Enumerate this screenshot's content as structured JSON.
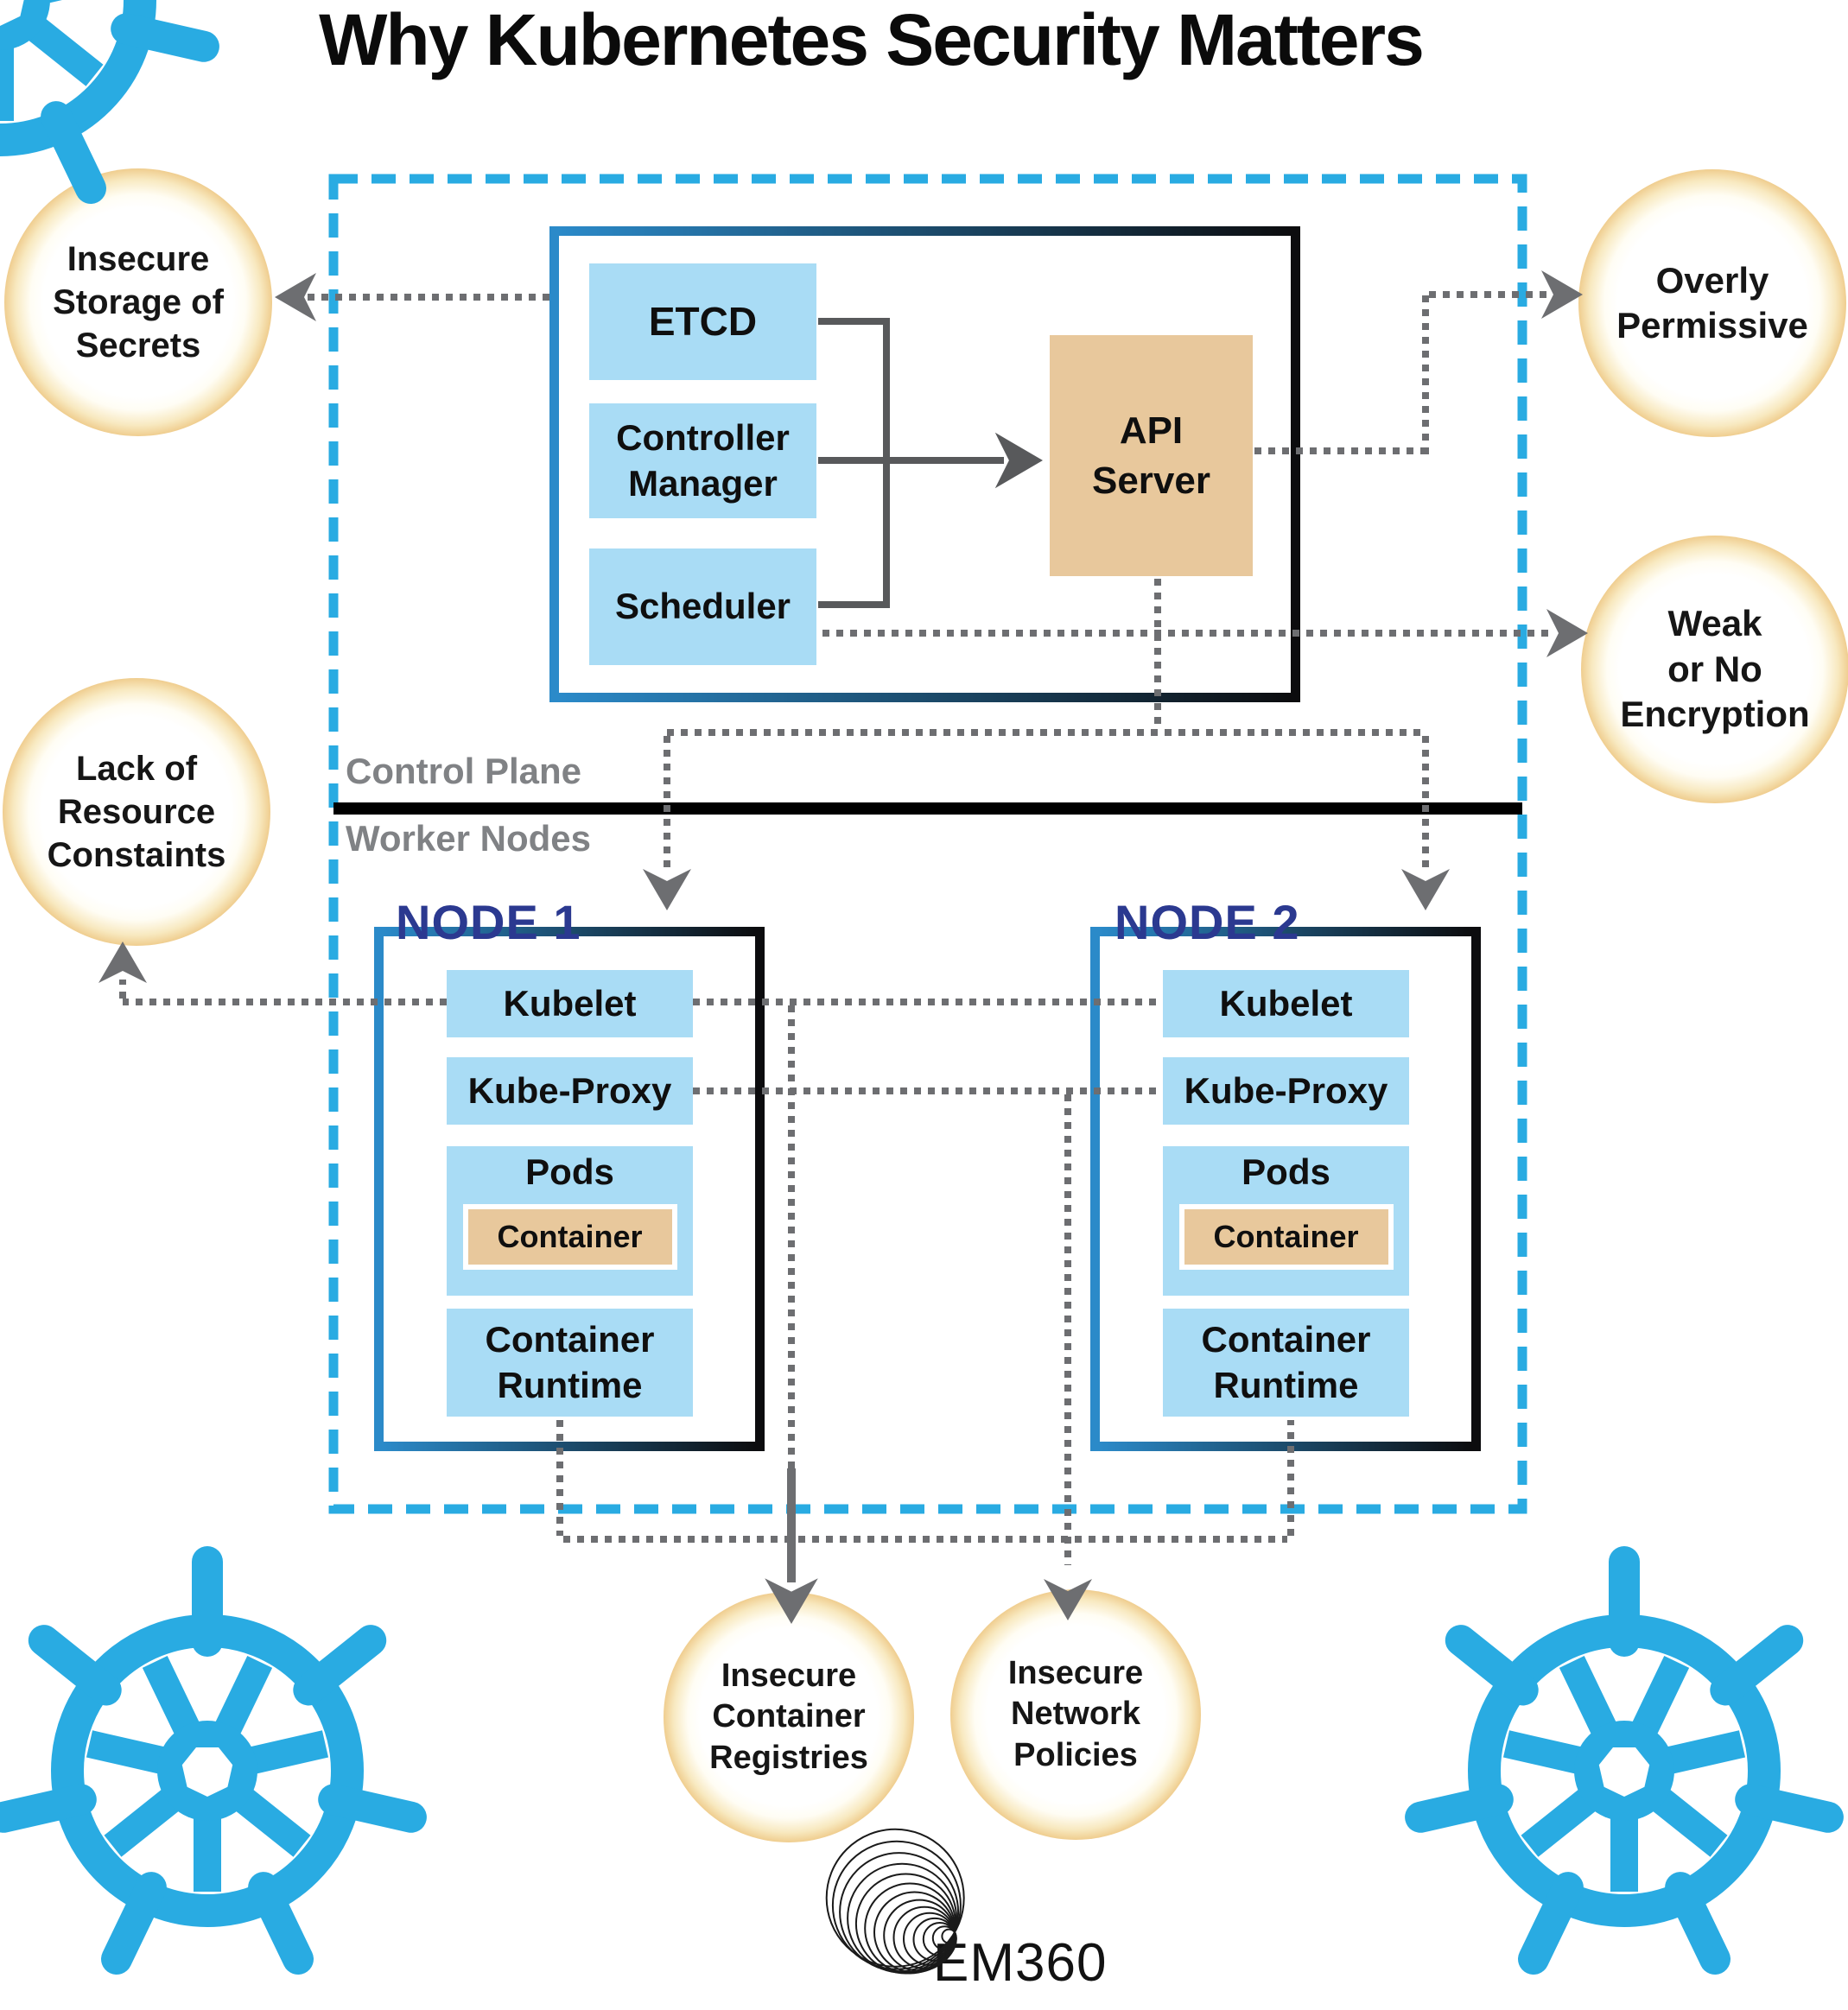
{
  "title": "Why Kubernetes Security Matters",
  "cluster": {
    "zones": {
      "control_plane": "Control Plane",
      "worker_nodes": "Worker Nodes"
    },
    "control_plane": {
      "etcd": "ETCD",
      "controller_manager": "Controller\nManager",
      "scheduler": "Scheduler",
      "api_server": "API\nServer"
    },
    "nodes": [
      {
        "title": "NODE 1",
        "components": {
          "kubelet": "Kubelet",
          "kube_proxy": "Kube-Proxy",
          "pods": "Pods",
          "container": "Container",
          "container_runtime": "Container\nRuntime"
        }
      },
      {
        "title": "NODE 2",
        "components": {
          "kubelet": "Kubelet",
          "kube_proxy": "Kube-Proxy",
          "pods": "Pods",
          "container": "Container",
          "container_runtime": "Container\nRuntime"
        }
      }
    ]
  },
  "risks": {
    "insecure_secrets": "Insecure\nStorage of\nSecrets",
    "overly_permissive": "Overly\nPermissive",
    "weak_encryption": "Weak\nor No\nEncryption",
    "resource_constraints": "Lack of\nResource\nConstaints",
    "container_registries": "Insecure\nContainer\nRegistries",
    "network_policies": "Insecure\nNetwork\nPolicies"
  },
  "brand": {
    "logo_text": "EM360"
  },
  "icons": {
    "kubernetes_wheel": "ship-helm-7-spokes",
    "em360_spiral": "concentric-arc-fan",
    "arrowhead": "notched-triangle"
  },
  "colors": {
    "kubernetes_blue": "#29abe2",
    "component_blue": "#a9dcf5",
    "container_tan": "#e8c89c",
    "node_title_navy": "#2b3990",
    "line_gray": "#6d6e71",
    "zone_label_gray": "#808285",
    "ring_outer_orange": "#c66342",
    "ring_gold": "#e0a254",
    "divider_black": "#000000"
  }
}
